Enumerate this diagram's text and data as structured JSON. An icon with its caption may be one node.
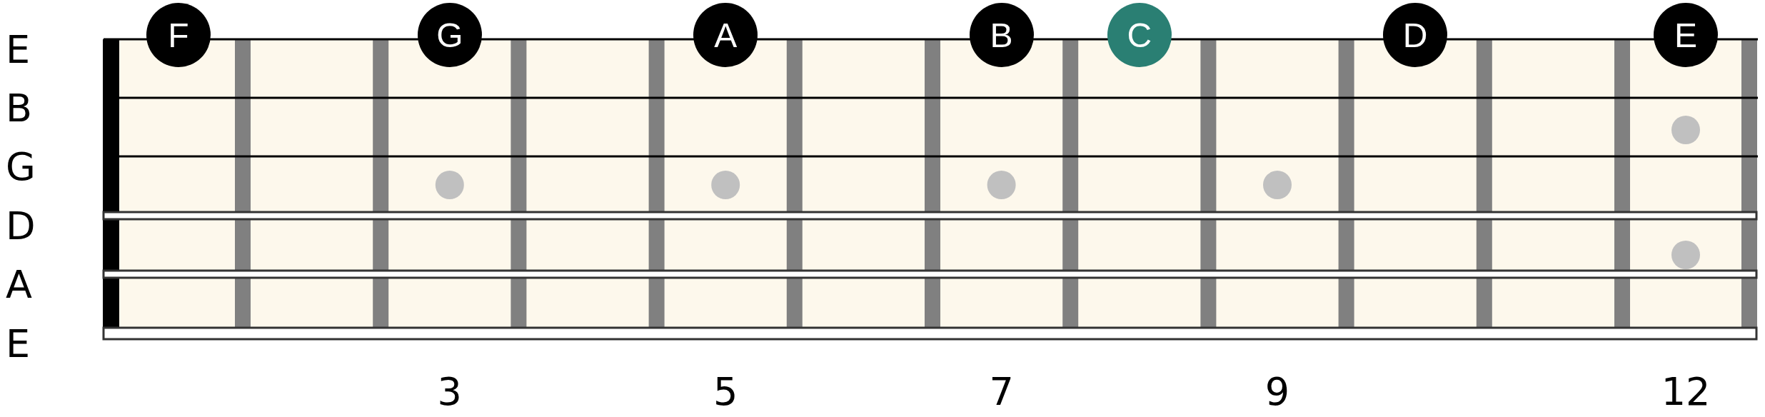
{
  "diagram": {
    "nodes": [
      {
        "text": [
          "F"
        ]
      },
      {
        "text": [
          "G"
        ]
      },
      {
        "text": [
          "A"
        ]
      },
      {
        "text": [
          "B"
        ]
      },
      {
        "text": [
          "C"
        ]
      },
      {
        "text": [
          "D"
        ]
      },
      {
        "text": [
          "E"
        ]
      }
    ],
    "labels": [
      "E",
      "B",
      "G",
      "D",
      "A",
      "E",
      "3",
      "5",
      "7",
      "9",
      "12"
    ]
  }
}
